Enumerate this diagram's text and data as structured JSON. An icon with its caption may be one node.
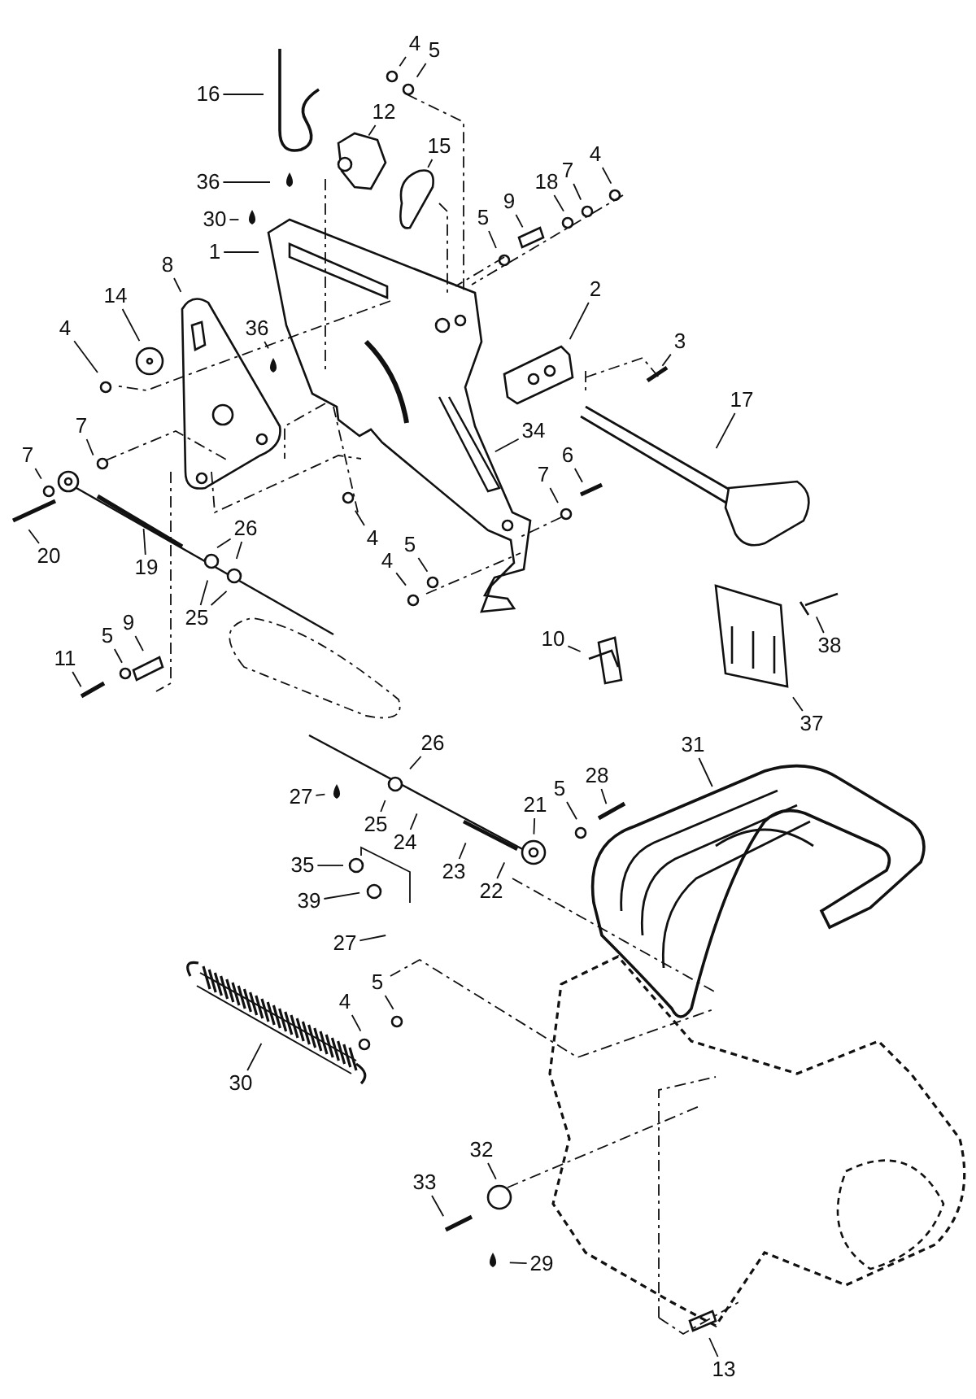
{
  "diagram": {
    "nodes": [
      {
        "text": [
          "16"
        ]
      },
      {
        "text": [
          "4"
        ]
      },
      {
        "text": [
          "5"
        ]
      },
      {
        "text": [
          "12"
        ]
      },
      {
        "text": [
          "15"
        ]
      },
      {
        "text": [
          "36"
        ]
      },
      {
        "text": [
          "30"
        ]
      },
      {
        "text": [
          "1"
        ]
      },
      {
        "text": [
          "4"
        ]
      },
      {
        "text": [
          "7"
        ]
      },
      {
        "text": [
          "18"
        ]
      },
      {
        "text": [
          "9"
        ]
      },
      {
        "text": [
          "5"
        ]
      },
      {
        "text": [
          "8"
        ]
      },
      {
        "text": [
          "14"
        ]
      },
      {
        "text": [
          "36"
        ]
      },
      {
        "text": [
          "4"
        ]
      },
      {
        "text": [
          "2"
        ]
      },
      {
        "text": [
          "3"
        ]
      },
      {
        "text": [
          "17"
        ]
      },
      {
        "text": [
          "7"
        ]
      },
      {
        "text": [
          "34"
        ]
      },
      {
        "text": [
          "6"
        ]
      },
      {
        "text": [
          "7"
        ]
      },
      {
        "text": [
          "7"
        ]
      },
      {
        "text": [
          "4"
        ]
      },
      {
        "text": [
          "26"
        ]
      },
      {
        "text": [
          "20"
        ]
      },
      {
        "text": [
          "19"
        ]
      },
      {
        "text": [
          "5"
        ]
      },
      {
        "text": [
          "4"
        ]
      },
      {
        "text": [
          "25"
        ]
      },
      {
        "text": [
          "9"
        ]
      },
      {
        "text": [
          "5"
        ]
      },
      {
        "text": [
          "10"
        ]
      },
      {
        "text": [
          "38"
        ]
      },
      {
        "text": [
          "11"
        ]
      },
      {
        "text": [
          "37"
        ]
      },
      {
        "text": [
          "31"
        ]
      },
      {
        "text": [
          "26"
        ]
      },
      {
        "text": [
          "28"
        ]
      },
      {
        "text": [
          "5"
        ]
      },
      {
        "text": [
          "27"
        ]
      },
      {
        "text": [
          "21"
        ]
      },
      {
        "text": [
          "25"
        ]
      },
      {
        "text": [
          "24"
        ]
      },
      {
        "text": [
          "35"
        ]
      },
      {
        "text": [
          "23"
        ]
      },
      {
        "text": [
          "22"
        ]
      },
      {
        "text": [
          "39"
        ]
      },
      {
        "text": [
          "27"
        ]
      },
      {
        "text": [
          "5"
        ]
      },
      {
        "text": [
          "4"
        ]
      },
      {
        "text": [
          "30"
        ]
      },
      {
        "text": [
          "32"
        ]
      },
      {
        "text": [
          "33"
        ]
      },
      {
        "text": [
          "29"
        ]
      },
      {
        "text": [
          "13"
        ]
      }
    ],
    "edges": [
      {
        "from": 0,
        "to": null,
        "arrow": "none"
      },
      {
        "from": 1,
        "to": null,
        "arrow": "none"
      },
      {
        "from": 2,
        "to": null,
        "arrow": "none"
      },
      {
        "from": 3,
        "to": null,
        "arrow": "none"
      },
      {
        "from": 4,
        "to": null,
        "arrow": "none"
      },
      {
        "from": 5,
        "to": null,
        "arrow": "none"
      },
      {
        "from": 6,
        "to": null,
        "arrow": "none"
      },
      {
        "from": 7,
        "to": null,
        "arrow": "none"
      },
      {
        "from": 8,
        "to": null,
        "arrow": "none"
      },
      {
        "from": 9,
        "to": null,
        "arrow": "none"
      },
      {
        "from": 10,
        "to": null,
        "arrow": "none"
      },
      {
        "from": 11,
        "to": null,
        "arrow": "none"
      },
      {
        "from": 12,
        "to": null,
        "arrow": "none"
      },
      {
        "from": 13,
        "to": null,
        "arrow": "none"
      },
      {
        "from": 14,
        "to": null,
        "arrow": "none"
      },
      {
        "from": 15,
        "to": null,
        "arrow": "none"
      },
      {
        "from": 16,
        "to": null,
        "arrow": "none"
      },
      {
        "from": 17,
        "to": null,
        "arrow": "none"
      },
      {
        "from": 18,
        "to": null,
        "arrow": "none"
      },
      {
        "from": 19,
        "to": null,
        "arrow": "none"
      },
      {
        "from": 20,
        "to": null,
        "arrow": "none"
      },
      {
        "from": 21,
        "to": null,
        "arrow": "none"
      },
      {
        "from": 22,
        "to": null,
        "arrow": "none"
      },
      {
        "from": 23,
        "to": null,
        "arrow": "none"
      },
      {
        "from": 24,
        "to": null,
        "arrow": "none"
      },
      {
        "from": 25,
        "to": null,
        "arrow": "none"
      },
      {
        "from": 26,
        "to": null,
        "arrow": "none"
      },
      {
        "from": 26,
        "to": null,
        "arrow": "none"
      },
      {
        "from": 27,
        "to": null,
        "arrow": "none"
      },
      {
        "from": 28,
        "to": null,
        "arrow": "none"
      },
      {
        "from": 29,
        "to": null,
        "arrow": "none"
      },
      {
        "from": 30,
        "to": null,
        "arrow": "none"
      },
      {
        "from": 31,
        "to": null,
        "arrow": "none"
      },
      {
        "from": 31,
        "to": null,
        "arrow": "none"
      },
      {
        "from": 32,
        "to": null,
        "arrow": "none"
      },
      {
        "from": 33,
        "to": null,
        "arrow": "none"
      },
      {
        "from": 34,
        "to": null,
        "arrow": "none"
      },
      {
        "from": 35,
        "to": null,
        "arrow": "none"
      },
      {
        "from": 36,
        "to": null,
        "arrow": "none"
      },
      {
        "from": 37,
        "to": null,
        "arrow": "none"
      },
      {
        "from": 38,
        "to": null,
        "arrow": "none"
      },
      {
        "from": 39,
        "to": null,
        "arrow": "none"
      },
      {
        "from": 40,
        "to": null,
        "arrow": "none"
      },
      {
        "from": 41,
        "to": null,
        "arrow": "none"
      },
      {
        "from": 42,
        "to": null,
        "arrow": "none"
      },
      {
        "from": 43,
        "to": null,
        "arrow": "none"
      },
      {
        "from": 44,
        "to": null,
        "arrow": "none"
      },
      {
        "from": 45,
        "to": null,
        "arrow": "none"
      },
      {
        "from": 46,
        "to": null,
        "arrow": "none"
      },
      {
        "from": 47,
        "to": null,
        "arrow": "none"
      },
      {
        "from": 48,
        "to": null,
        "arrow": "none"
      },
      {
        "from": 49,
        "to": null,
        "arrow": "none"
      },
      {
        "from": 50,
        "to": null,
        "arrow": "none"
      },
      {
        "from": 51,
        "to": null,
        "arrow": "none"
      },
      {
        "from": 52,
        "to": null,
        "arrow": "none"
      },
      {
        "from": 53,
        "to": null,
        "arrow": "none"
      },
      {
        "from": 54,
        "to": null,
        "arrow": "none"
      },
      {
        "from": 55,
        "to": null,
        "arrow": "none"
      },
      {
        "from": 56,
        "to": null,
        "arrow": "none"
      },
      {
        "from": 57,
        "to": null,
        "arrow": "none"
      }
    ]
  }
}
